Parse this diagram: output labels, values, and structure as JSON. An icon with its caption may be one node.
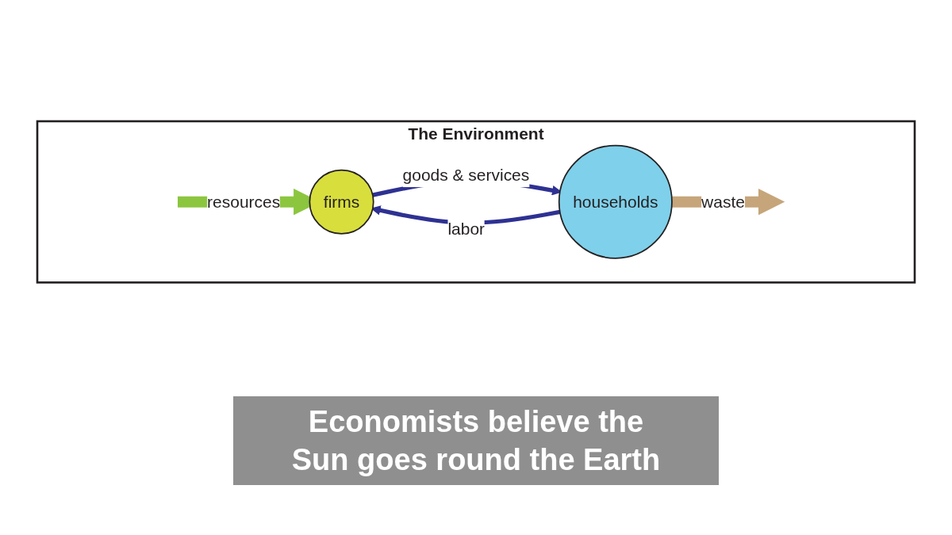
{
  "diagram": {
    "caption": "Economists believe the Sun goes round the Earth",
    "nodes": [
      {
        "text": [
          "The Environment"
        ]
      },
      {
        "text": [
          "firms"
        ],
        "in": 0
      },
      {
        "text": [
          "households"
        ],
        "in": 0
      }
    ],
    "edges": [
      {
        "from": null,
        "to": 1,
        "arrow": "to",
        "label": "resources",
        "style": "thick",
        "color": "#8cc63f"
      },
      {
        "from": 1,
        "to": 2,
        "arrow": "to",
        "label": "goods & services"
      },
      {
        "from": 2,
        "to": null,
        "arrow": "to",
        "label": "waste",
        "style": "thick",
        "color": "#c6a57a"
      },
      {
        "from": 2,
        "to": 1,
        "arrow": "to",
        "label": "labor"
      }
    ]
  }
}
